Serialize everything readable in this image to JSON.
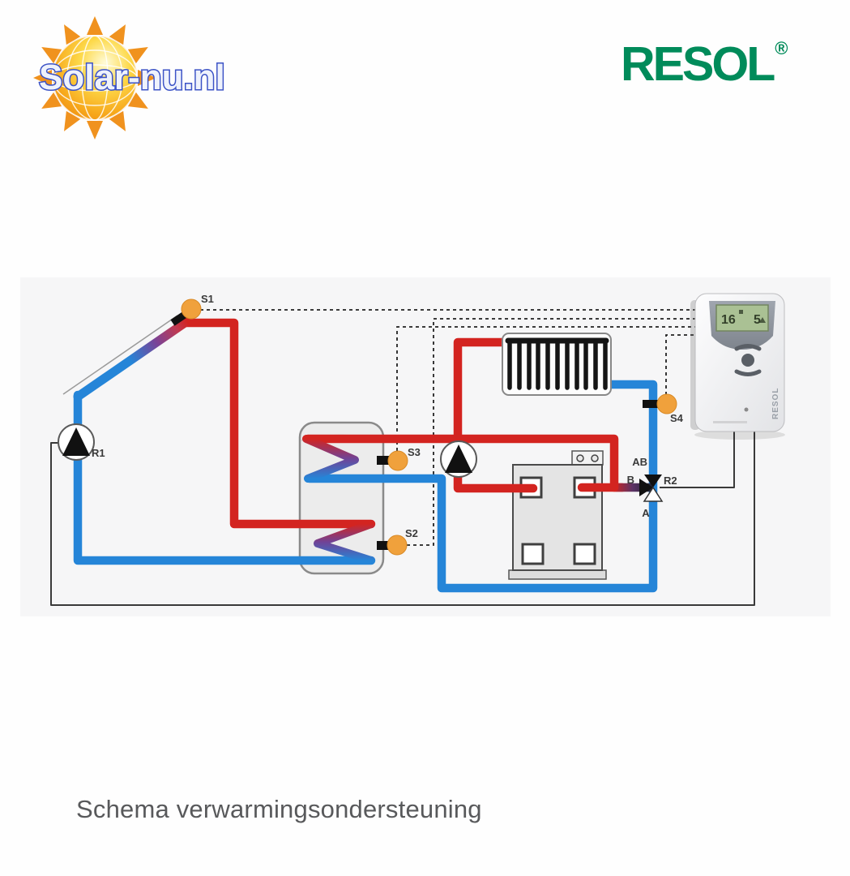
{
  "logos": {
    "solar": {
      "text": "Solar-nu.nl",
      "outline_color": "#3c53c6"
    },
    "resol": {
      "text": "RESOL",
      "registered": "®",
      "color": "#008b5a"
    }
  },
  "schematic": {
    "sensor_labels": {
      "s1": "S1",
      "s2": "S2",
      "s3": "S3",
      "s4": "S4"
    },
    "device_labels": {
      "pump_r1": "R1",
      "valve_r2": "R2"
    },
    "valve_port_labels": {
      "ab": "AB",
      "b": "B",
      "a": "A"
    },
    "controller": {
      "brand_side": "RESOL",
      "lcd_left": "16",
      "lcd_right": "5"
    },
    "colors": {
      "hot_pipe": "#d32420",
      "cold_pipe": "#2585d8",
      "sensor": "#f0a13c"
    }
  },
  "caption": "Schema verwarmingsondersteuning"
}
